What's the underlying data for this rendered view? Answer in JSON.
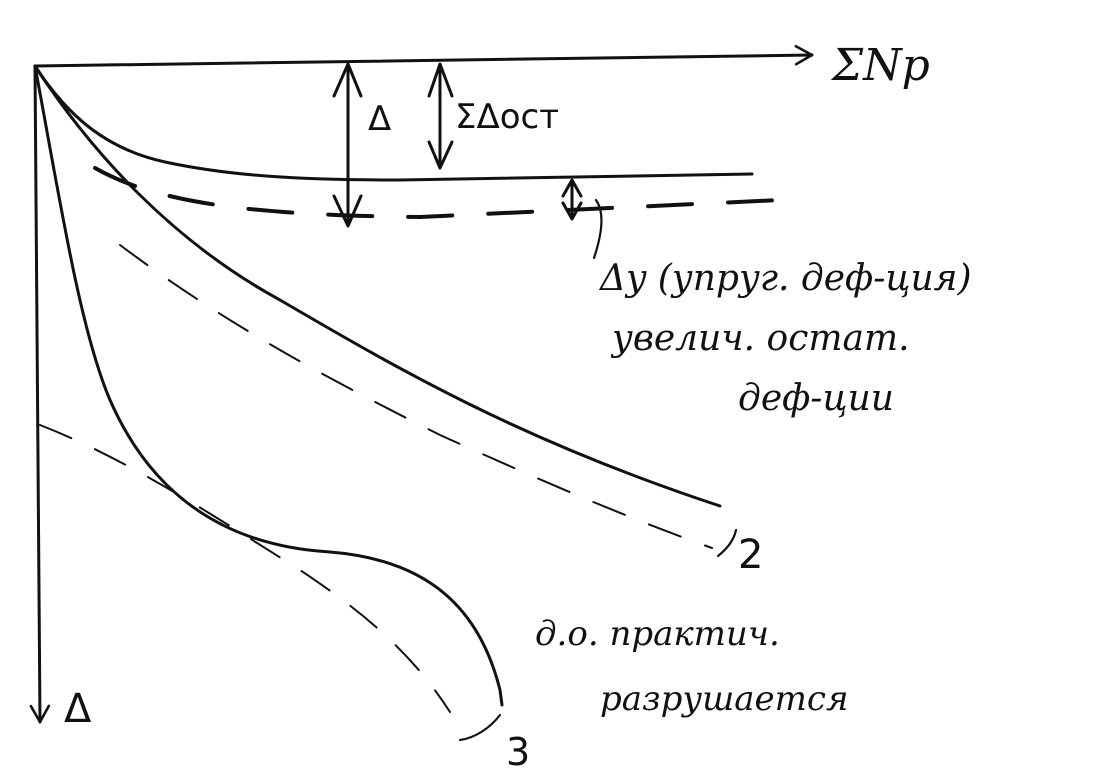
{
  "axes": {
    "x_label": "ΣNp",
    "y_label": "Δ"
  },
  "dimensions": {
    "total": "Δ",
    "residual": "ΣΔост"
  },
  "annotations": {
    "elastic_line1": "Δy (упруг. деф-ция)",
    "elastic_line2": "увелич. остат.",
    "elastic_line3": "деф-ции",
    "failure_line1": "д.о. практич.",
    "failure_line2": "разрушается"
  },
  "curves": {
    "curve2_label": "2",
    "curve3_label": "3"
  }
}
